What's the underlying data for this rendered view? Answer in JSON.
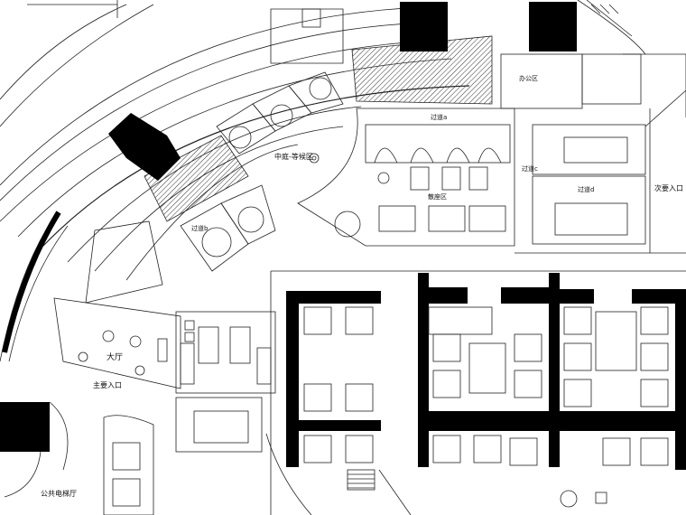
{
  "labels": {
    "atrium": "中庭-等候区",
    "corridor_a": "过道a",
    "corridor_b": "过道b",
    "corridor_c": "过道c",
    "corridor_d": "过道d",
    "guest_entrance": "次要入口",
    "main_entrance": "主要入口",
    "public_elevator_hall": "公共电梯厅",
    "hall": "大厅",
    "dining": "散座区",
    "office": "办公区"
  }
}
